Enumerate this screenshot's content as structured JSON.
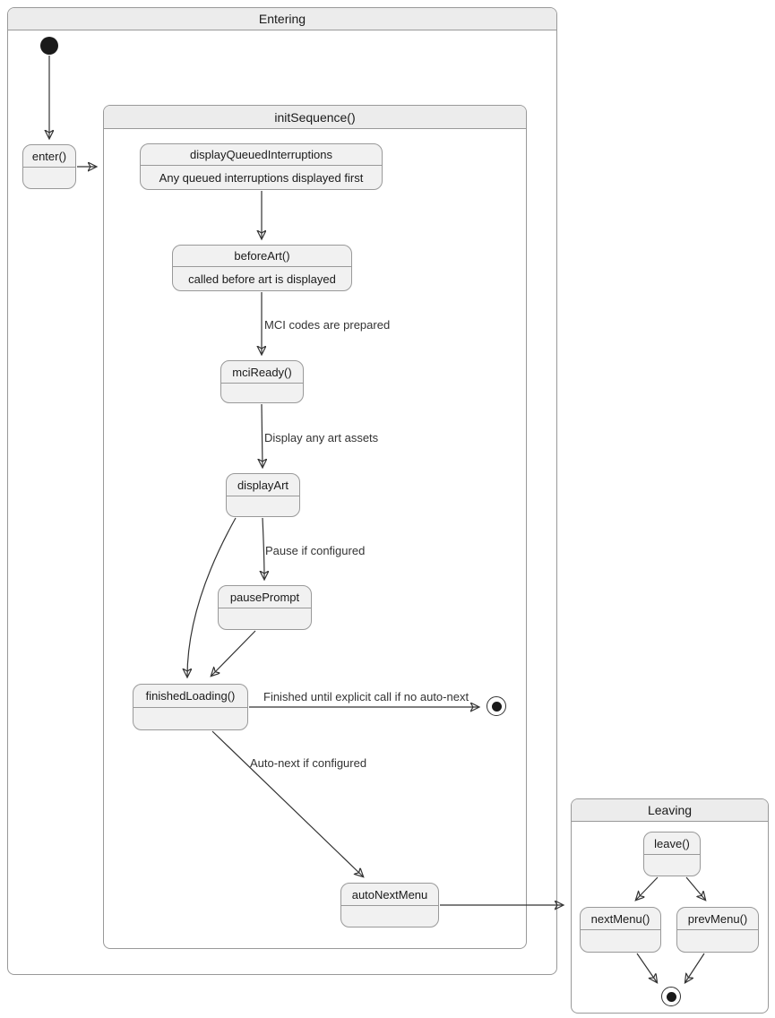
{
  "diagram": {
    "type": "state-diagram",
    "colors": {
      "background": "#ffffff",
      "state_fill": "#f1f1f1",
      "state_border": "#999999",
      "container_header_fill": "#ececec",
      "edge": "#333333",
      "text": "#1a1a1a"
    },
    "containers": [
      {
        "id": "entering",
        "title": "Entering"
      },
      {
        "id": "initSequence",
        "title": "initSequence()",
        "parent": "entering"
      },
      {
        "id": "leaving",
        "title": "Leaving"
      }
    ],
    "states": [
      {
        "id": "enter",
        "title": "enter()",
        "desc": "",
        "parent": "entering"
      },
      {
        "id": "displayQueuedInterruptions",
        "title": "displayQueuedInterruptions",
        "desc": "Any queued interruptions displayed first",
        "parent": "initSequence"
      },
      {
        "id": "beforeArt",
        "title": "beforeArt()",
        "desc": "called before art is displayed",
        "parent": "initSequence"
      },
      {
        "id": "mciReady",
        "title": "mciReady()",
        "desc": "",
        "parent": "initSequence"
      },
      {
        "id": "displayArt",
        "title": "displayArt",
        "desc": "",
        "parent": "initSequence"
      },
      {
        "id": "pausePrompt",
        "title": "pausePrompt",
        "desc": "",
        "parent": "initSequence"
      },
      {
        "id": "finishedLoading",
        "title": "finishedLoading()",
        "desc": "",
        "parent": "initSequence"
      },
      {
        "id": "autoNextMenu",
        "title": "autoNextMenu",
        "desc": "",
        "parent": "initSequence"
      },
      {
        "id": "leave",
        "title": "leave()",
        "desc": "",
        "parent": "leaving"
      },
      {
        "id": "nextMenu",
        "title": "nextMenu()",
        "desc": "",
        "parent": "leaving"
      },
      {
        "id": "prevMenu",
        "title": "prevMenu()",
        "desc": "",
        "parent": "leaving"
      }
    ],
    "special_nodes": [
      {
        "id": "initial-entering",
        "type": "initial"
      },
      {
        "id": "final-entering",
        "type": "final"
      },
      {
        "id": "final-leaving",
        "type": "final"
      }
    ],
    "edges": [
      {
        "from": "initial-entering",
        "to": "enter",
        "label": ""
      },
      {
        "from": "enter",
        "to": "initSequence",
        "label": ""
      },
      {
        "from": "displayQueuedInterruptions",
        "to": "beforeArt",
        "label": ""
      },
      {
        "from": "beforeArt",
        "to": "mciReady",
        "label": "MCI codes are prepared"
      },
      {
        "from": "mciReady",
        "to": "displayArt",
        "label": "Display any art assets"
      },
      {
        "from": "displayArt",
        "to": "pausePrompt",
        "label": "Pause if configured"
      },
      {
        "from": "displayArt",
        "to": "finishedLoading",
        "label": ""
      },
      {
        "from": "pausePrompt",
        "to": "finishedLoading",
        "label": ""
      },
      {
        "from": "finishedLoading",
        "to": "final-entering",
        "label": "Finished until explicit call if no auto-next"
      },
      {
        "from": "finishedLoading",
        "to": "autoNextMenu",
        "label": "Auto-next if configured"
      },
      {
        "from": "autoNextMenu",
        "to": "leaving",
        "label": ""
      },
      {
        "from": "leave",
        "to": "nextMenu",
        "label": ""
      },
      {
        "from": "leave",
        "to": "prevMenu",
        "label": ""
      },
      {
        "from": "nextMenu",
        "to": "final-leaving",
        "label": ""
      },
      {
        "from": "prevMenu",
        "to": "final-leaving",
        "label": ""
      }
    ]
  }
}
